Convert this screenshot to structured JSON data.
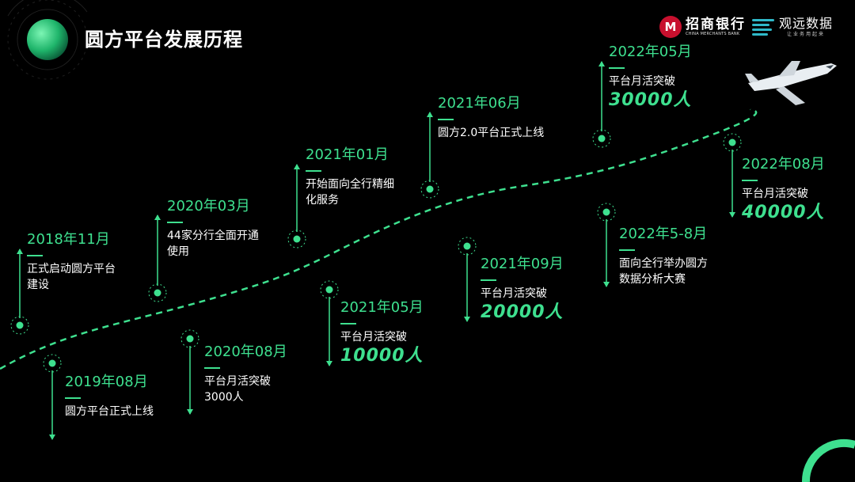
{
  "header": {
    "title": "圆方平台发展历程",
    "logo_cmb_cn": "招商银行",
    "logo_cmb_en": "CHINA MERCHANTS BANK",
    "logo_gy_cn": "观远数据",
    "logo_gy_en": "让业务用起来"
  },
  "colors": {
    "accent": "#3ee08f",
    "background": "#000000",
    "cmb_red": "#c8102e"
  },
  "events": [
    {
      "date": "2018年11月",
      "desc": "正式启动圆方平台\n建设",
      "big": ""
    },
    {
      "date": "2019年08月",
      "desc": "圆方平台正式上线",
      "big": ""
    },
    {
      "date": "2020年03月",
      "desc": "44家分行全面开通\n使用",
      "big": ""
    },
    {
      "date": "2020年08月",
      "desc": "平台月活突破\n3000人",
      "big": ""
    },
    {
      "date": "2021年01月",
      "desc": "开始面向全行精细\n化服务",
      "big": ""
    },
    {
      "date": "2021年05月",
      "desc": "平台月活突破",
      "big": "10000人"
    },
    {
      "date": "2021年06月",
      "desc": "圆方2.0平台正式上线",
      "big": ""
    },
    {
      "date": "2021年09月",
      "desc": "平台月活突破",
      "big": "20000人"
    },
    {
      "date": "2022年05月",
      "desc": "平台月活突破",
      "big": "30000人"
    },
    {
      "date": "2022年5-8月",
      "desc": "面向全行举办圆方\n数据分析大赛",
      "big": ""
    },
    {
      "date": "2022年08月",
      "desc": "平台月活突破",
      "big": "40000人"
    }
  ]
}
